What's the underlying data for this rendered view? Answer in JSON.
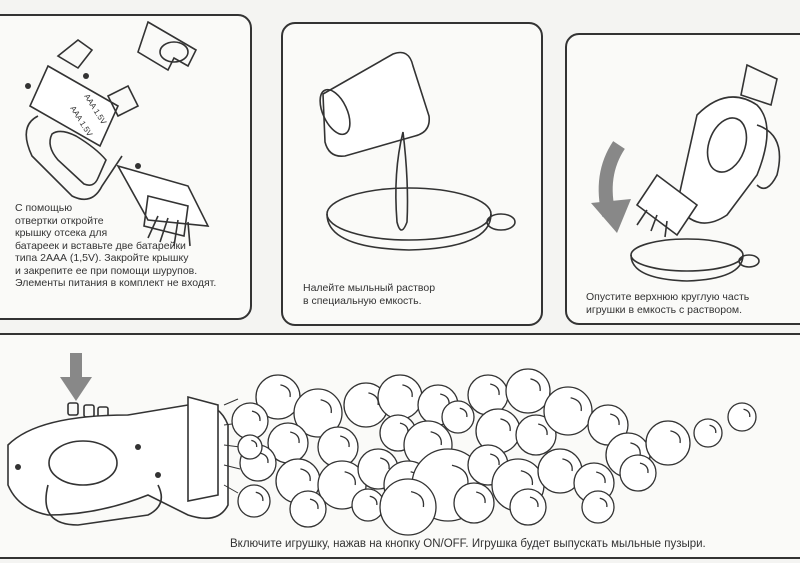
{
  "steps": [
    {
      "caption": "С помощью\nотвертки откройте\nкрышку отсека для\nбатареек и вставьте две батарейки\nтипа 2ААА (1,5V). Закройте крышку\nи закрепите ее при помощи шурупов.\nЭлементы питания в комплект не входят."
    },
    {
      "caption": "Налейте мыльный раствор\nв специальную емкость."
    },
    {
      "caption": "Опустите верхнюю круглую часть\nигрушки в емкость с раствором."
    },
    {
      "caption": "Включите игрушку, нажав на кнопку ON/OFF. Игрушка будет выпускать мыльные пузыри."
    }
  ],
  "battery_labels": [
    "AAA 1.5V",
    "AAA 1.5V"
  ],
  "colors": {
    "line": "#333333",
    "arrow": "#888888",
    "paper": "#fafaf8"
  }
}
